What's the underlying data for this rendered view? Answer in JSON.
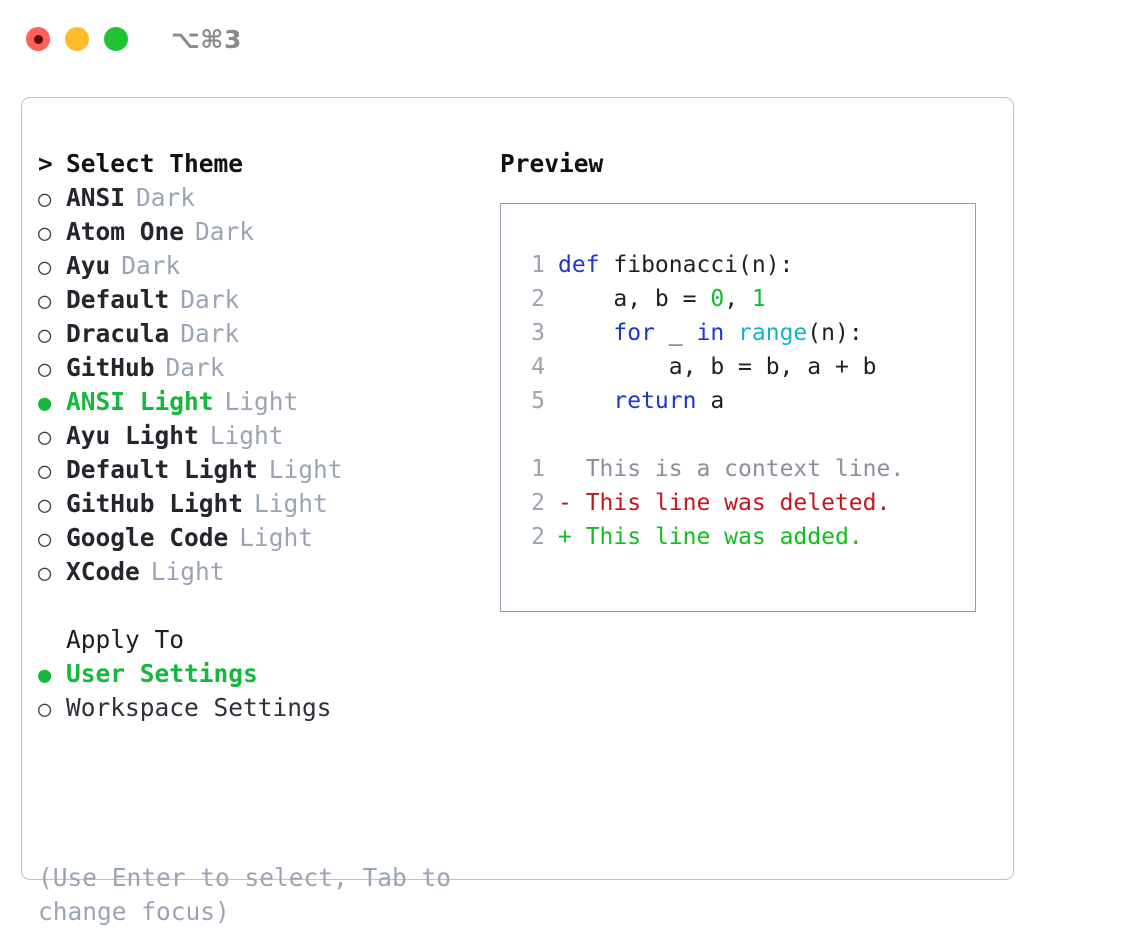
{
  "window": {
    "title": "⌥⌘3",
    "traffic_lights": [
      {
        "name": "close",
        "color": "#ff6058"
      },
      {
        "name": "minimize",
        "color": "#fdbc2c"
      },
      {
        "name": "maximize",
        "color": "#22c235"
      }
    ]
  },
  "colors": {
    "accent_green": "#15b83a",
    "muted": "#9ba4b4",
    "text": "#23262c",
    "border": "#b9c2cf",
    "preview_border": "#949eb0",
    "keyword": "#1d33d6",
    "function": "#12b5c4",
    "number": "#17b92f",
    "diff_add": "#14bd1f",
    "diff_del": "#c4161c",
    "diff_ctx": "#8a9099"
  },
  "theme_list": {
    "header": {
      "marker": ">",
      "label": "Select Theme"
    },
    "items": [
      {
        "marker": "○",
        "label": "ANSI",
        "suffix": "Dark",
        "selected": false
      },
      {
        "marker": "○",
        "label": "Atom One",
        "suffix": "Dark",
        "selected": false
      },
      {
        "marker": "○",
        "label": "Ayu",
        "suffix": "Dark",
        "selected": false
      },
      {
        "marker": "○",
        "label": "Default",
        "suffix": "Dark",
        "selected": false
      },
      {
        "marker": "○",
        "label": "Dracula",
        "suffix": "Dark",
        "selected": false
      },
      {
        "marker": "○",
        "label": "GitHub",
        "suffix": "Dark",
        "selected": false
      },
      {
        "marker": "●",
        "label": "ANSI Light",
        "suffix": "Light",
        "selected": true
      },
      {
        "marker": "○",
        "label": "Ayu Light",
        "suffix": "Light",
        "selected": false
      },
      {
        "marker": "○",
        "label": "Default Light",
        "suffix": "Light",
        "selected": false
      },
      {
        "marker": "○",
        "label": "GitHub Light",
        "suffix": "Light",
        "selected": false
      },
      {
        "marker": "○",
        "label": "Google Code",
        "suffix": "Light",
        "selected": false
      },
      {
        "marker": "○",
        "label": "XCode",
        "suffix": "Light",
        "selected": false
      }
    ]
  },
  "apply_to": {
    "header": "Apply To",
    "options": [
      {
        "marker": "●",
        "label": "User Settings",
        "selected": true
      },
      {
        "marker": "○",
        "label": "Workspace Settings",
        "selected": false
      }
    ]
  },
  "hint": "(Use Enter to select, Tab to change focus)",
  "preview": {
    "title": "Preview",
    "code_lines": [
      {
        "number": "1",
        "tokens": [
          {
            "text": "def",
            "type": "kw"
          },
          {
            "text": " fibonacci(n):",
            "type": "pl"
          }
        ]
      },
      {
        "number": "2",
        "tokens": [
          {
            "text": "    a, b = ",
            "type": "pl"
          },
          {
            "text": "0",
            "type": "num"
          },
          {
            "text": ", ",
            "type": "pl"
          },
          {
            "text": "1",
            "type": "num"
          }
        ]
      },
      {
        "number": "3",
        "tokens": [
          {
            "text": "    ",
            "type": "pl"
          },
          {
            "text": "for",
            "type": "kw"
          },
          {
            "text": " _ ",
            "type": "pl"
          },
          {
            "text": "in",
            "type": "kw"
          },
          {
            "text": " ",
            "type": "pl"
          },
          {
            "text": "range",
            "type": "fn"
          },
          {
            "text": "(n):",
            "type": "pl"
          }
        ]
      },
      {
        "number": "4",
        "tokens": [
          {
            "text": "        a, b = b, a + b",
            "type": "pl"
          }
        ]
      },
      {
        "number": "5",
        "tokens": [
          {
            "text": "    ",
            "type": "pl"
          },
          {
            "text": "return",
            "type": "kw"
          },
          {
            "text": " a",
            "type": "pl"
          }
        ]
      }
    ],
    "diff_lines": [
      {
        "number": "1",
        "sign": " ",
        "text": " This is a context line.",
        "type": "ctx"
      },
      {
        "number": "2",
        "sign": "-",
        "text": " This line was deleted.",
        "type": "del"
      },
      {
        "number": "2",
        "sign": "+",
        "text": " This line was added.",
        "type": "add"
      }
    ]
  }
}
